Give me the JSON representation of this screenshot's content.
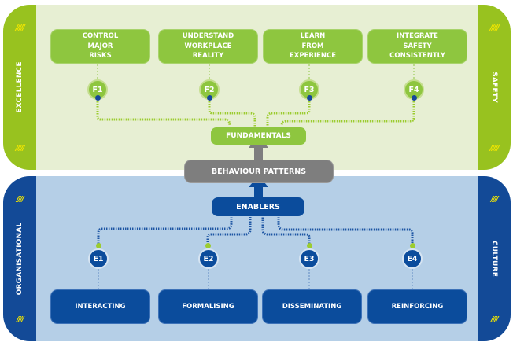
{
  "top_panel": {
    "left_label": "EXCELLENCE",
    "right_label": "SAFETY",
    "hatch": "/////",
    "colors": {
      "background": "#e7efd3",
      "side": "#98c21f",
      "card": "#8ec63f",
      "hatch": "#f2e600"
    },
    "fundamentals": [
      {
        "id": "F1",
        "lines": [
          "CONTROL",
          "MAJOR",
          "RISKS"
        ]
      },
      {
        "id": "F2",
        "lines": [
          "UNDERSTAND",
          "WORKPLACE",
          "REALITY"
        ]
      },
      {
        "id": "F3",
        "lines": [
          "LEARN",
          "FROM",
          "EXPERIENCE"
        ]
      },
      {
        "id": "F4",
        "lines": [
          "INTEGRATE",
          "SAFETY",
          "CONSISTENTLY"
        ]
      }
    ],
    "hub_label": "FUNDAMENTALS"
  },
  "middle": {
    "label": "BEHAVIOUR PATTERNS",
    "color": "#7e7e7e"
  },
  "bottom_panel": {
    "left_label": "ORGANISATIONAL",
    "right_label": "CULTURE",
    "hatch": "////",
    "colors": {
      "background": "#b5cfe7",
      "side": "#134a97",
      "card": "#0b4c9c",
      "hatch": "#f2e600"
    },
    "hub_label": "ENABLERS",
    "enablers": [
      {
        "id": "E1",
        "label": "INTERACTING"
      },
      {
        "id": "E2",
        "label": "FORMALISING"
      },
      {
        "id": "E3",
        "label": "DISSEMINATING"
      },
      {
        "id": "E4",
        "label": "REINFORCING"
      }
    ]
  }
}
